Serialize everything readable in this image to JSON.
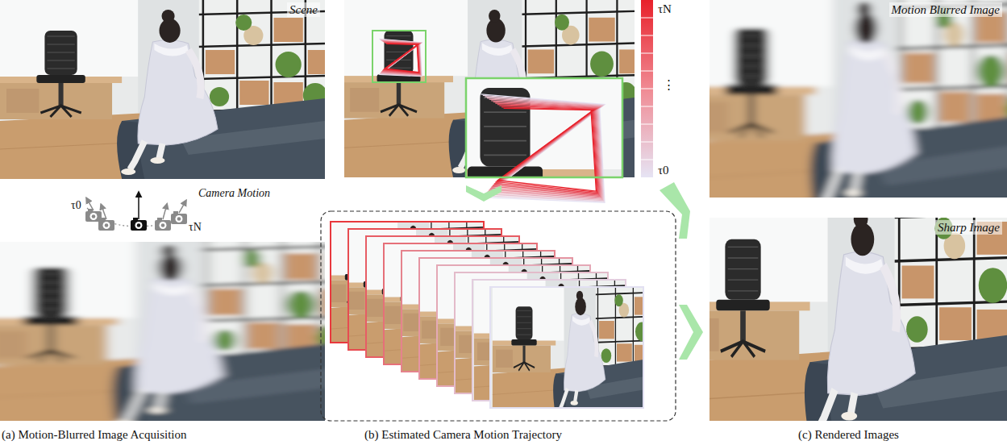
{
  "diagram": {
    "nodes": [
      {
        "text": [
          "Scene"
        ]
      },
      {
        "text": [
          "Motion Blurred Image"
        ]
      },
      {
        "text": [
          "Sharp Image"
        ]
      }
    ],
    "labels": [
      "Camera Motion",
      "τ0",
      "τN",
      "τN",
      "⋮",
      "τ0",
      "(a) Motion-Blurred Image Acquisition",
      "(b) Estimated Camera Motion Trajectory",
      "(c) Rendered Images"
    ]
  }
}
